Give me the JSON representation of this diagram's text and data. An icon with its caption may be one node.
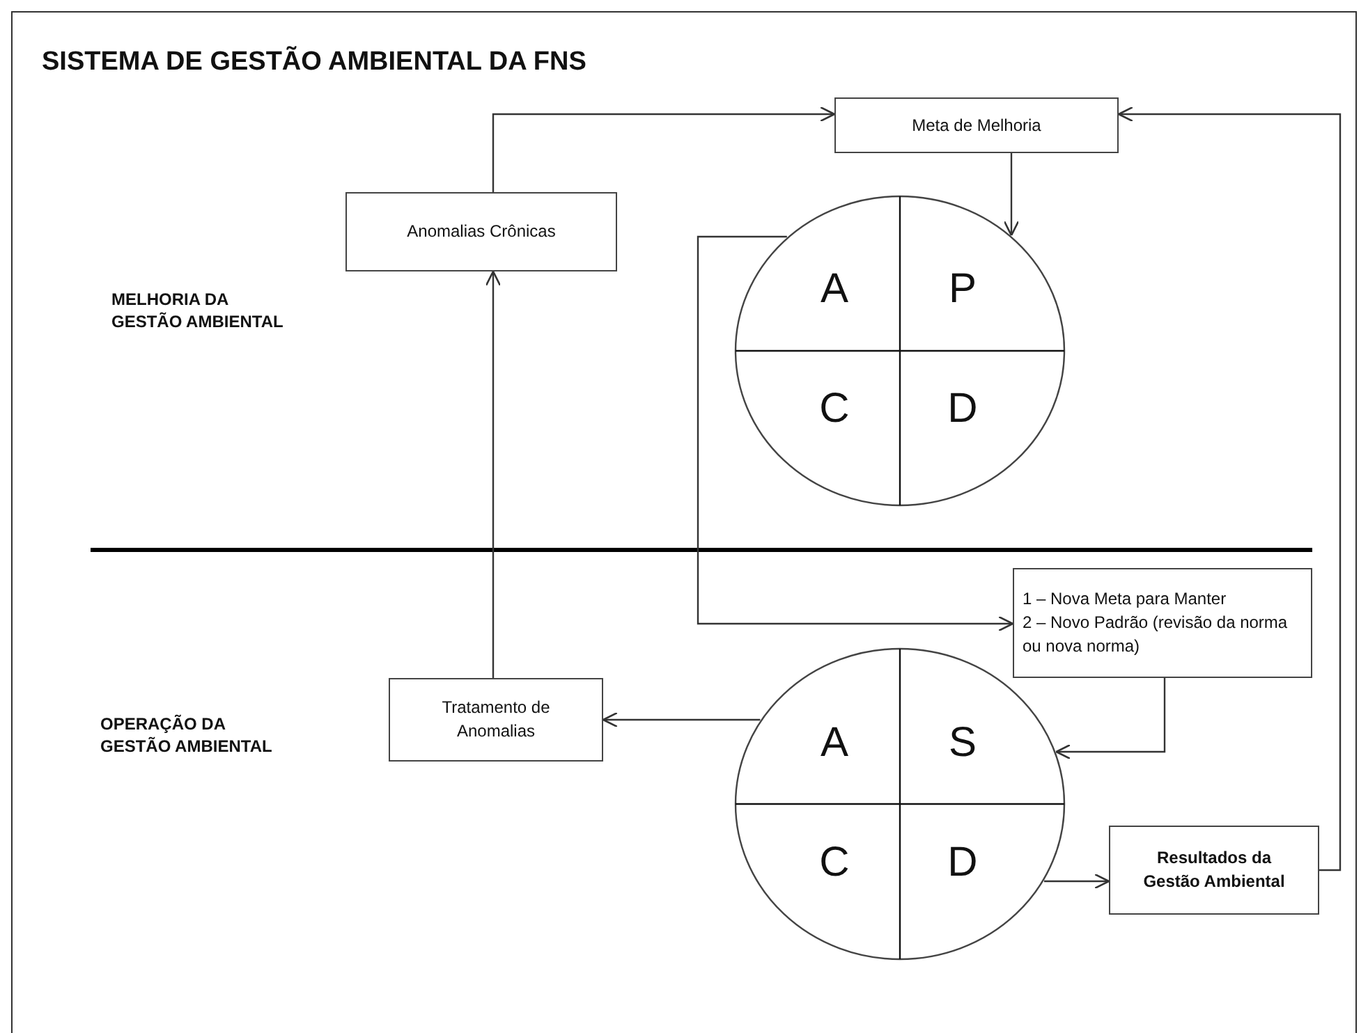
{
  "diagram": {
    "title": "SISTEMA DE GESTÃO AMBIENTAL DA FNS",
    "nodes": [
      {
        "text": [
          "Meta de Melhoria"
        ]
      },
      {
        "text": [
          "Anomalias Crônicas"
        ]
      },
      {
        "text": [
          "A",
          "P",
          "C",
          "D"
        ]
      },
      {
        "text": [
          "1 – Nova Meta para Manter",
          "2 – Novo Padrão (revisão da norma ou nova norma)"
        ]
      },
      {
        "text": [
          "Tratamento de Anomalias"
        ]
      },
      {
        "text": [
          "A",
          "S",
          "C",
          "D"
        ]
      },
      {
        "text": [
          "Resultados da Gestão Ambiental"
        ]
      }
    ],
    "edges": [
      {
        "from": 1,
        "to": 0,
        "arrow": "to"
      },
      {
        "from": 0,
        "to": 2,
        "arrow": "to"
      },
      {
        "from": 4,
        "to": 1,
        "arrow": "to"
      },
      {
        "from": 2,
        "to": 3,
        "arrow": "to"
      },
      {
        "from": 3,
        "to": 5,
        "arrow": "to"
      },
      {
        "from": 5,
        "to": 4,
        "arrow": "to"
      },
      {
        "from": 5,
        "to": 6,
        "arrow": "to"
      },
      {
        "from": 6,
        "to": 0,
        "arrow": "to"
      }
    ],
    "labels": [
      "MELHORIA DA GESTÃO AMBIENTAL",
      "OPERAÇÃO DA GESTÃO AMBIENTAL"
    ]
  }
}
